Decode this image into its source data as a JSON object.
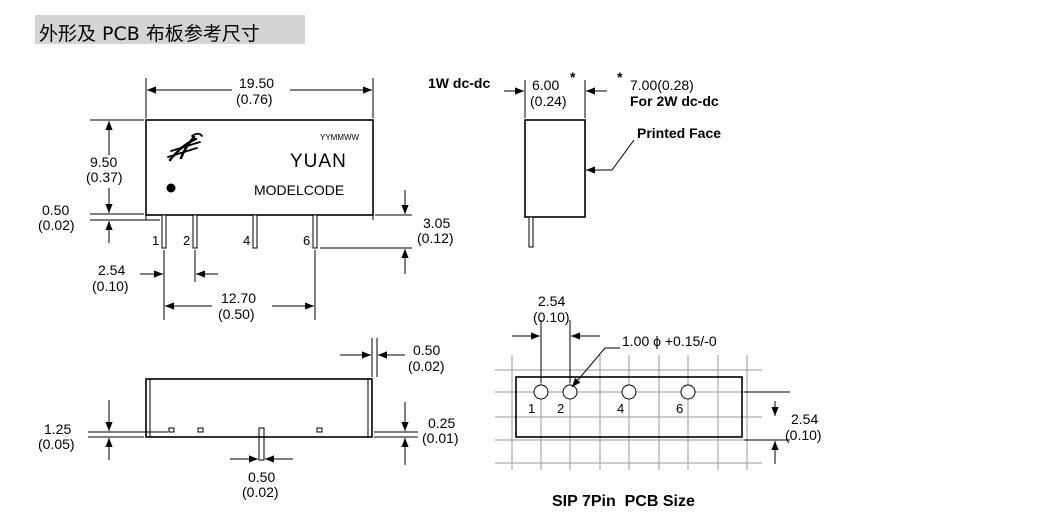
{
  "title": "外形及 PCB 布板参考尺寸",
  "module": {
    "date_code": "YYMMWW",
    "brand": "YUAN",
    "model": "MODELCODE"
  },
  "front_view": {
    "width_mm": "19.50",
    "width_in": "(0.76)",
    "height_mm": "9.50",
    "height_in": "(0.37)",
    "standoff_mm": "0.50",
    "standoff_in": "(0.02)",
    "pin_len_mm": "3.05",
    "pin_len_in": "(0.12)",
    "pins": [
      "1",
      "2",
      "4",
      "6"
    ],
    "pitch_mm": "2.54",
    "pitch_in": "(0.10)",
    "span_mm": "12.70",
    "span_in": "(0.50)"
  },
  "side_view": {
    "label_1w": "1W dc-dc",
    "thk_1w_mm": "6.00",
    "thk_1w_in": "(0.24)",
    "star": "*",
    "thk_2w": "7.00(0.28)",
    "label_2w": "For 2W dc-dc",
    "printed_face": "Printed Face"
  },
  "bottom_view": {
    "end_mm": "0.50",
    "end_in": "(0.02)",
    "h_mm": "1.25",
    "h_in": "(0.05)",
    "t_mm": "0.25",
    "t_in": "(0.01)",
    "pin_w_mm": "0.50",
    "pin_w_in": "(0.02)"
  },
  "pcb_view": {
    "pitch_mm": "2.54",
    "pitch_in": "(0.10)",
    "hole": "1.00 ϕ +0.15/-0",
    "pins": [
      "1",
      "2",
      "4",
      "6"
    ],
    "row_mm": "2.54",
    "row_in": "(0.10)",
    "caption": "SIP 7Pin  PCB Size"
  }
}
